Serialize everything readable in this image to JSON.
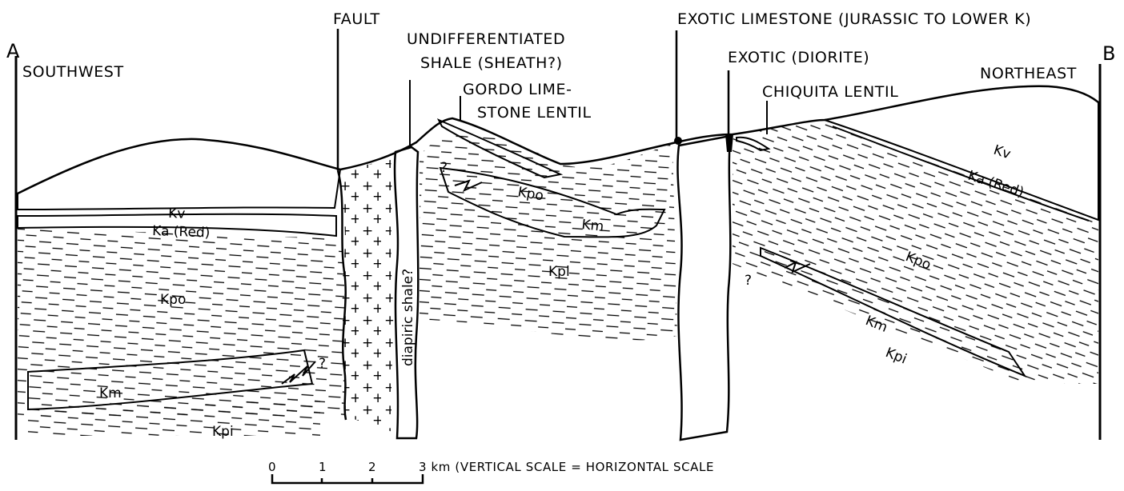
{
  "section_ends": {
    "left": "A",
    "right": "B"
  },
  "labels": {
    "southwest": "SOUTHWEST",
    "northeast": "NORTHEAST",
    "fault": "FAULT",
    "undiff_line1": "UNDIFFERENTIATED",
    "undiff_line2": "SHALE (SHEATH?)",
    "gordo_line1": "GORDO LIME-",
    "gordo_line2": "STONE LENTIL",
    "exotic_limestone": "EXOTIC LIMESTONE (JURASSIC TO LOWER K)",
    "exotic_diorite": "EXOTIC (DIORITE)",
    "chiquita": "CHIQUITA LENTIL",
    "diapiric": "diapiric shale?"
  },
  "units": {
    "kv": "Kv",
    "ka_red": "Ka (Red)",
    "kpo": "Kpo",
    "km": "Km",
    "kpi": "Kpi",
    "kpl": "Kpl",
    "query": "?"
  },
  "scale_bar": {
    "ticks": [
      "0",
      "1",
      "2"
    ],
    "end_label": "3 km (VERTICAL SCALE = HORIZONTAL SCALE"
  }
}
